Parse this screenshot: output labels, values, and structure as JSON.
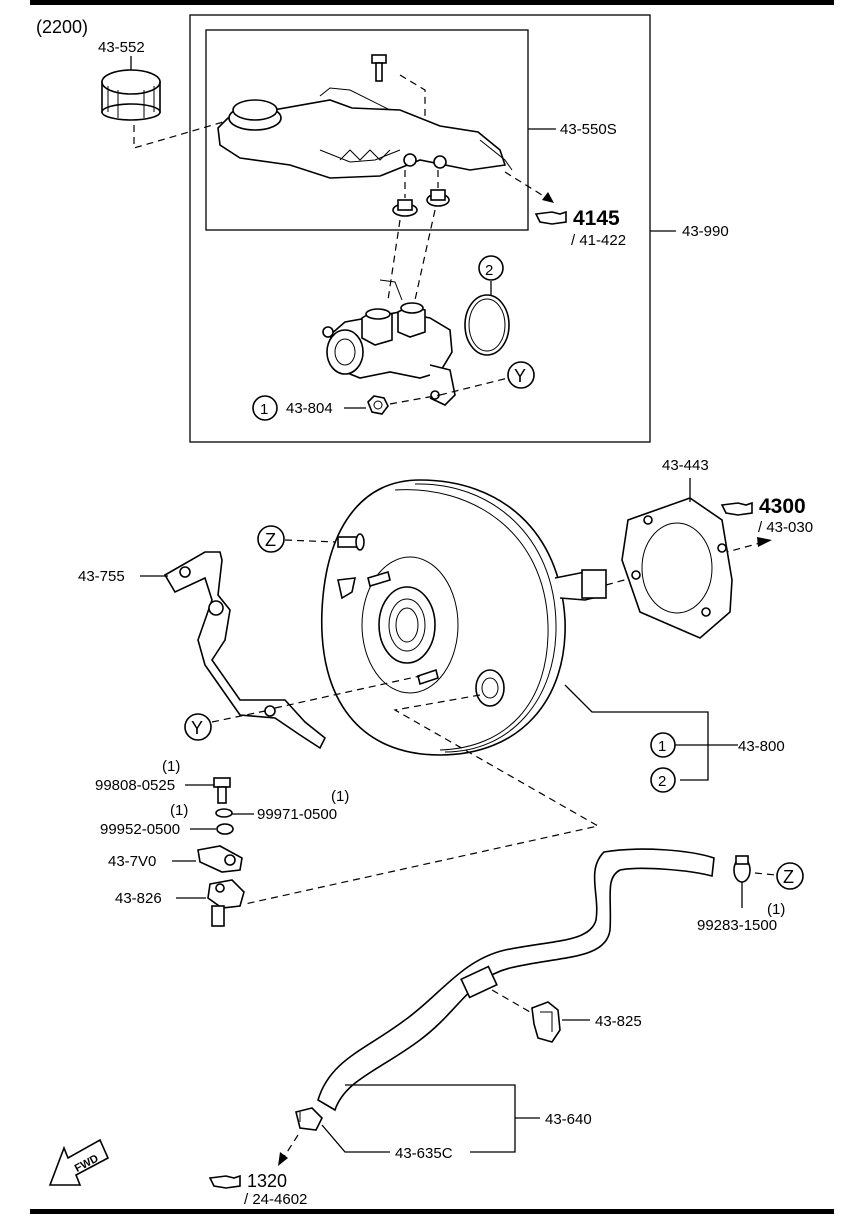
{
  "diagram": {
    "group_code": "(2200)",
    "labels": {
      "cap": "43-552",
      "reservoir": "43-550S",
      "master_cylinder_ref": "4145",
      "master_cylinder_sub": "/ 41-422",
      "master_assy": "43-990",
      "nut": "43-804",
      "gasket": "43-443",
      "pedal_ref": "4300",
      "pedal_sub": "/ 43-030",
      "bracket": "43-755",
      "booster": "43-800",
      "bolt": "99808-0525",
      "bolt_qty": "(1)",
      "washer_a": "99971-0500",
      "washer_a_qty": "(1)",
      "washer_b": "99952-0500",
      "washer_b_qty": "(1)",
      "sensor_bracket": "43-7V0",
      "sensor": "43-826",
      "hose_clip": "99283-1500",
      "hose_clip_qty": "(1)",
      "clamp": "43-825",
      "vacuum_hose": "43-640",
      "check_valve": "43-635C",
      "engine_ref": "1320",
      "engine_sub": "/ 24-4602",
      "fwd": "FWD"
    },
    "callouts": {
      "one": "1",
      "two": "2",
      "y": "Y",
      "z": "Z"
    }
  }
}
